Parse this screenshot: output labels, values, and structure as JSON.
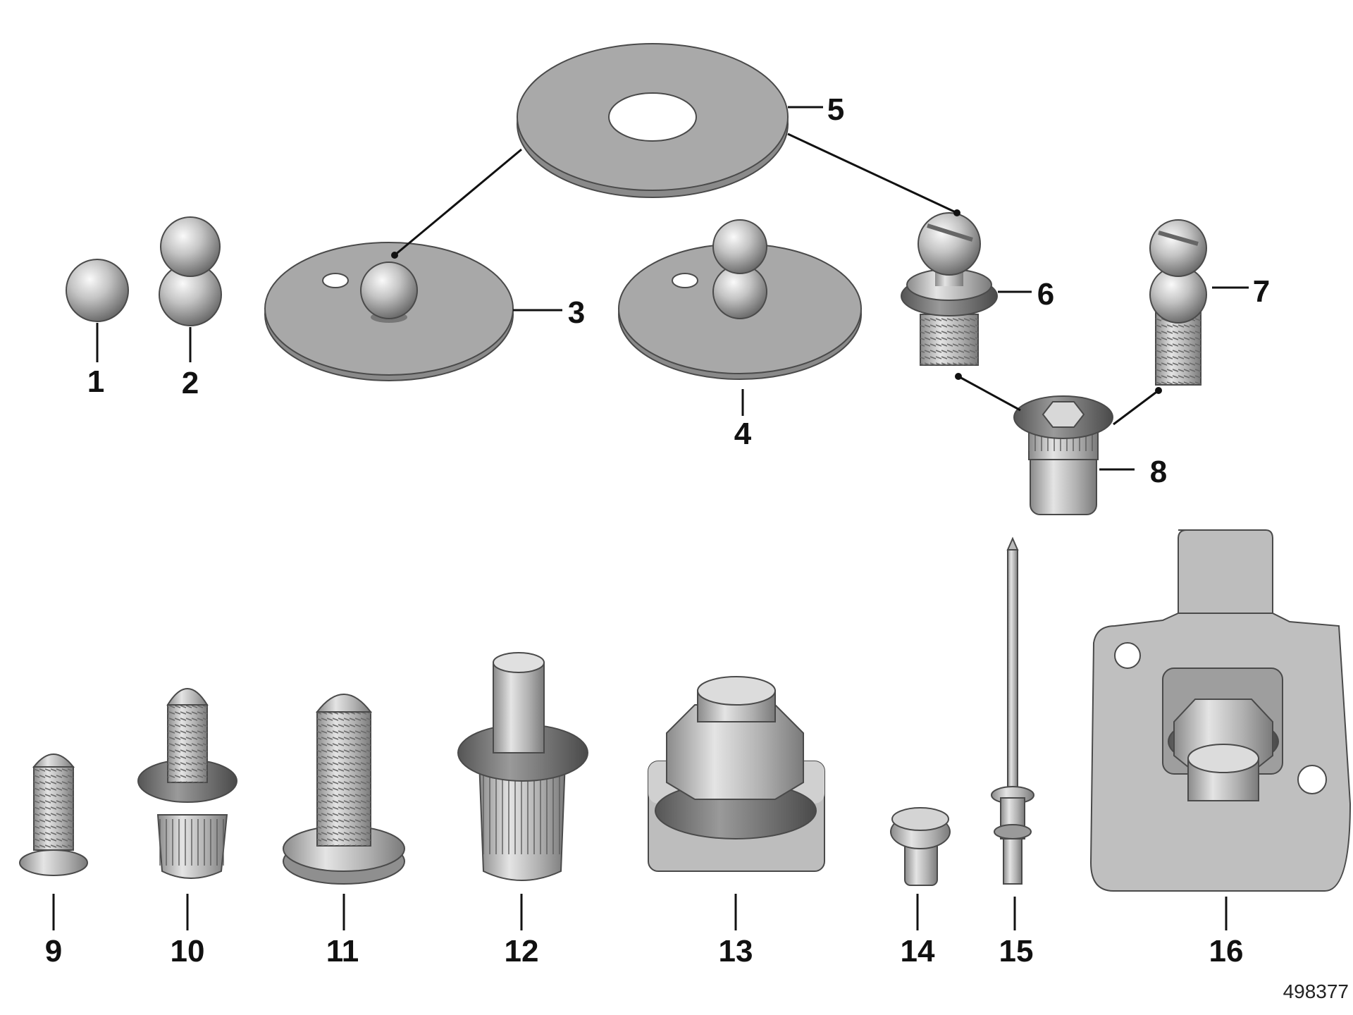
{
  "parts": [
    {
      "id": "part-1",
      "label": "1"
    },
    {
      "id": "part-2",
      "label": "2"
    },
    {
      "id": "part-3",
      "label": "3"
    },
    {
      "id": "part-4",
      "label": "4"
    },
    {
      "id": "part-5",
      "label": "5"
    },
    {
      "id": "part-6",
      "label": "6"
    },
    {
      "id": "part-7",
      "label": "7"
    },
    {
      "id": "part-8",
      "label": "8"
    },
    {
      "id": "part-9",
      "label": "9"
    },
    {
      "id": "part-10",
      "label": "10"
    },
    {
      "id": "part-11",
      "label": "11"
    },
    {
      "id": "part-12",
      "label": "12"
    },
    {
      "id": "part-13",
      "label": "13"
    },
    {
      "id": "part-14",
      "label": "14"
    },
    {
      "id": "part-15",
      "label": "15"
    },
    {
      "id": "part-16",
      "label": "16"
    }
  ],
  "diagram_ref": "498377",
  "colors": {
    "metal_light": "#e2e2e2",
    "metal_mid": "#a9a9a9",
    "metal_dark": "#6e6e6e",
    "outline": "#4a4a4a",
    "label": "#111111"
  }
}
